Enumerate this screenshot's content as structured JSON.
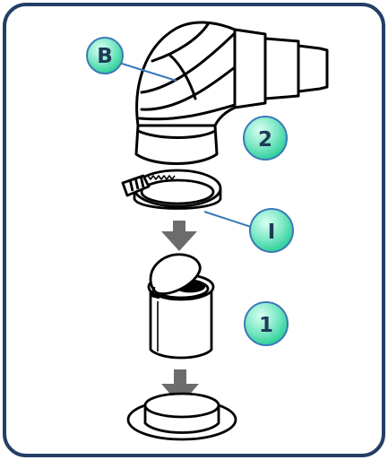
{
  "diagram": {
    "frame_color": "#243f66",
    "callout_color": "#3b78b8",
    "badge_fill_light": "#c9fff0",
    "badge_fill_dark": "#3fd9a8",
    "arrow_color": "#6c6c6c",
    "callouts": [
      {
        "label": "B",
        "name": "elbow-connector"
      },
      {
        "label": "2",
        "name": "step-two"
      },
      {
        "label": "I",
        "name": "hose-clamp"
      },
      {
        "label": "1",
        "name": "step-one"
      }
    ]
  }
}
